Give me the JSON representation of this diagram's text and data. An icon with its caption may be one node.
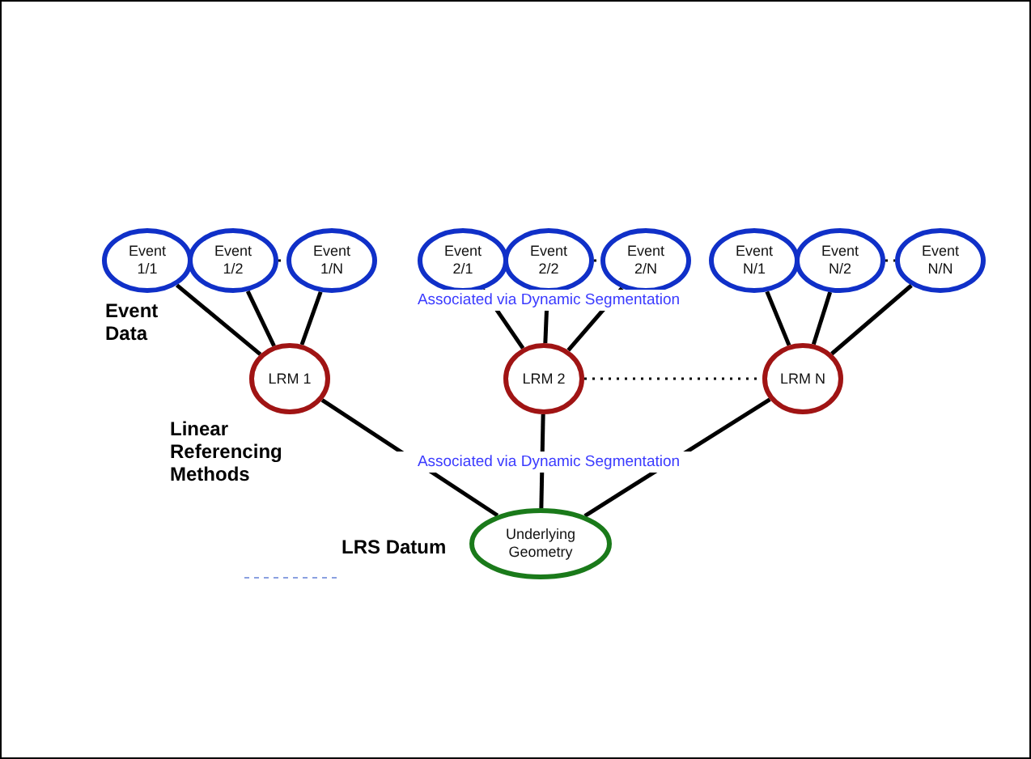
{
  "diagram": {
    "nodes": [
      {
        "text": [
          "Event 1/1"
        ]
      },
      {
        "text": [
          "Event 1/2"
        ]
      },
      {
        "text": [
          "Event 1/N"
        ]
      },
      {
        "text": [
          "Event 2/1"
        ]
      },
      {
        "text": [
          "Event 2/2"
        ]
      },
      {
        "text": [
          "Event 2/N"
        ]
      },
      {
        "text": [
          "Event N/1"
        ]
      },
      {
        "text": [
          "Event N/2"
        ]
      },
      {
        "text": [
          "Event N/N"
        ]
      },
      {
        "text": [
          "LRM 1"
        ]
      },
      {
        "text": [
          "LRM 2"
        ]
      },
      {
        "text": [
          "LRM N"
        ]
      },
      {
        "text": [
          "Underlying Geometry"
        ]
      }
    ],
    "edges": [
      {
        "from": 0,
        "to": 9,
        "arrow": "none"
      },
      {
        "from": 1,
        "to": 9,
        "arrow": "none"
      },
      {
        "from": 2,
        "to": 9,
        "arrow": "none"
      },
      {
        "from": 3,
        "to": 10,
        "arrow": "none"
      },
      {
        "from": 4,
        "to": 10,
        "arrow": "none"
      },
      {
        "from": 5,
        "to": 10,
        "arrow": "none"
      },
      {
        "from": 6,
        "to": 11,
        "arrow": "none"
      },
      {
        "from": 7,
        "to": 11,
        "arrow": "none"
      },
      {
        "from": 8,
        "to": 11,
        "arrow": "none"
      },
      {
        "from": 9,
        "to": 12,
        "arrow": "none"
      },
      {
        "from": 10,
        "to": 12,
        "arrow": "none"
      },
      {
        "from": 11,
        "to": 12,
        "arrow": "none"
      },
      {
        "from": 1,
        "to": 2,
        "arrow": "none",
        "style": "dashed"
      },
      {
        "from": 4,
        "to": 5,
        "arrow": "none",
        "style": "dashed"
      },
      {
        "from": 7,
        "to": 8,
        "arrow": "none",
        "style": "dashed"
      },
      {
        "from": 10,
        "to": 11,
        "arrow": "none",
        "style": "dashed"
      }
    ],
    "labels": [
      "Event Data",
      "Associated via Dynamic Segmentation",
      "Linear Referencing Methods",
      "Associated via Dynamic Segmentation",
      "LRS Datum"
    ]
  }
}
